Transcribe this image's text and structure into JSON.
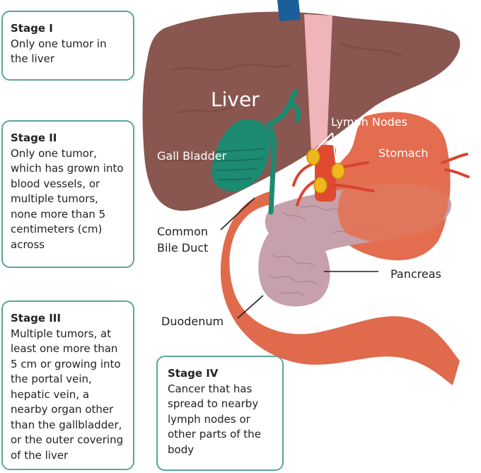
{
  "stages": [
    {
      "title": "Stage I",
      "desc": "Only one tumor in the liver"
    },
    {
      "title": "Stage II",
      "desc": "Only one tumor, which has grown into blood vessels, or multiple tumors, none more than 5 centimeters (cm) across"
    },
    {
      "title": "Stage III",
      "desc": "Multiple tumors, at least one more than 5 cm or growing into the portal vein, hepatic vein, a nearby organ other than the gallbladder, or the outer covering of the liver"
    },
    {
      "title": "Stage IV",
      "desc": "Cancer that has spread to nearby lymph nodes or other parts of the body"
    }
  ],
  "labels": {
    "liver": "Liver",
    "gall_bladder": "Gall Bladder",
    "lymph_nodes": "Lymph Nodes",
    "stomach": "Stomach",
    "common_bile_duct_1": "Common",
    "common_bile_duct_2": "Bile Duct",
    "pancreas": "Pancreas",
    "duodenum": "Duodenum"
  },
  "colors": {
    "box_border": "#57a89a",
    "liver": "#8a5650",
    "stomach": "#e46c4f",
    "gall_bladder": "#1d8a72",
    "pancreas": "#c6a0aa",
    "lymph_node": "#f0b81e",
    "vein": "#1c5e9a"
  }
}
